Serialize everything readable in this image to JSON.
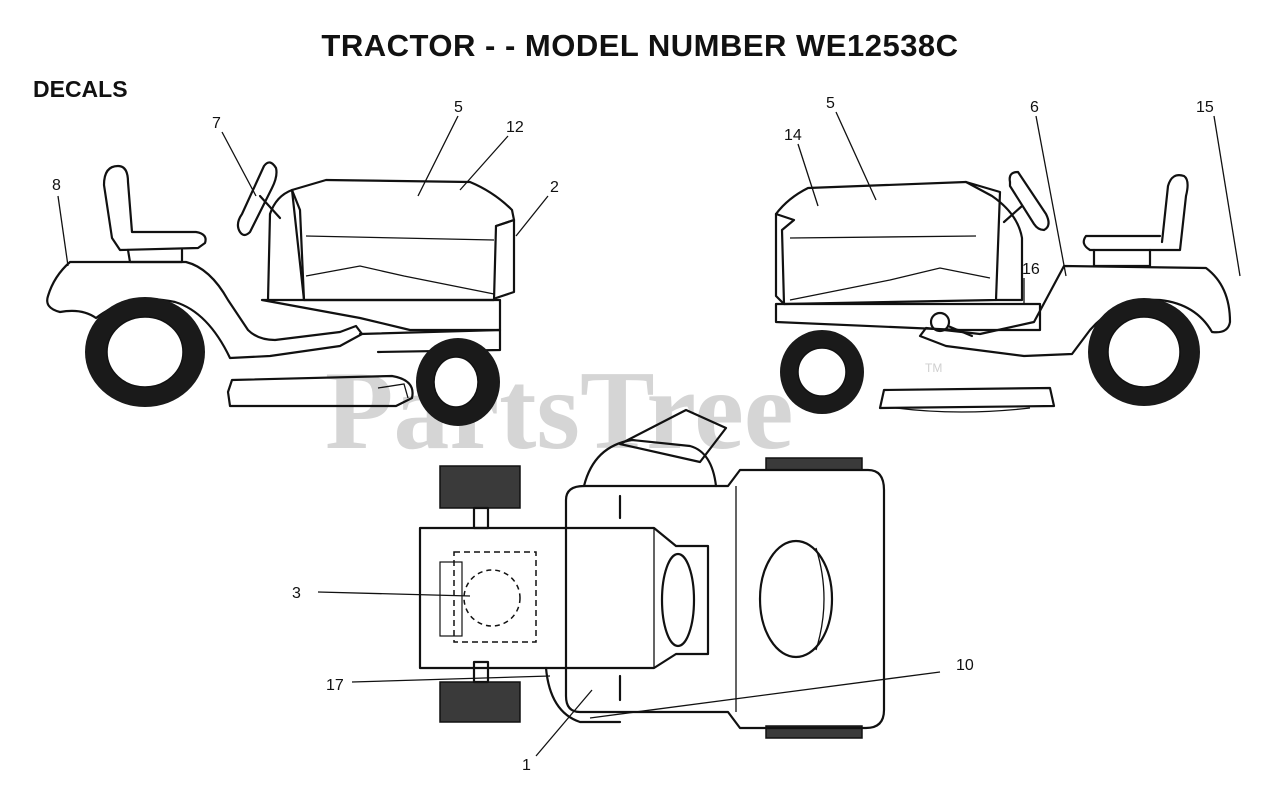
{
  "title": "TRACTOR - - MODEL NUMBER WE12538C",
  "section": "DECALS",
  "watermark": "PartsTree",
  "watermark_mark": "TM",
  "callouts": {
    "left_view": [
      "7",
      "5",
      "12",
      "8",
      "2"
    ],
    "right_view": [
      "14",
      "5",
      "6",
      "15",
      "16"
    ],
    "top_view": [
      "3",
      "17",
      "10",
      "1"
    ]
  }
}
